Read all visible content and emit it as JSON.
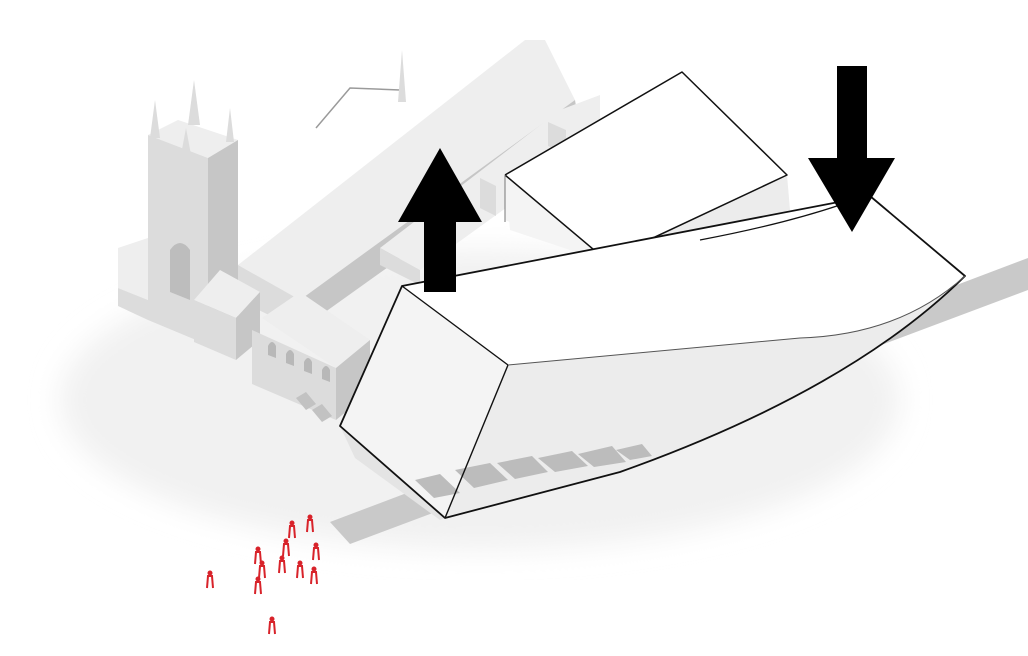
{
  "diagram": {
    "background": "#ffffff",
    "colors": {
      "context_light": "#eeeeee",
      "context_mid": "#dcdcdc",
      "context_dark": "#c6c6c6",
      "massing_top": "#ffffff",
      "massing_side": "#ececec",
      "massing_front": "#f4f4f4",
      "outline": "#111111",
      "arrow": "#000000",
      "stripe": "#bdbdbd",
      "road": "#c9c9c9",
      "people": "#d8232a"
    },
    "arrows": [
      {
        "direction": "up",
        "meaning": "lift"
      },
      {
        "direction": "down",
        "meaning": "press"
      }
    ],
    "people_count": 12
  }
}
